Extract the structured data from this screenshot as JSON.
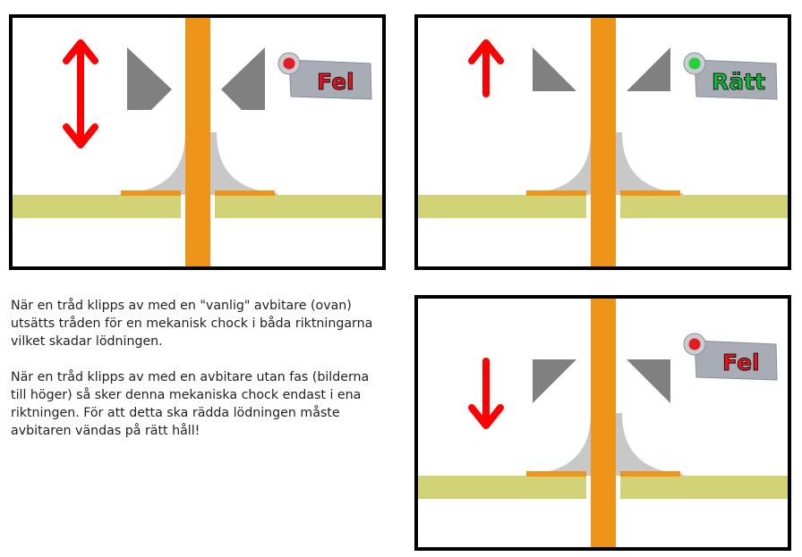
{
  "panels": [
    {
      "label": "Fel",
      "status_color": "#e0141e",
      "led_color": "#e21c22",
      "arrow": "both"
    },
    {
      "label": "Rätt",
      "status_color": "#14b43a",
      "led_color": "#27d13c",
      "arrow": "up"
    },
    {
      "label": "Fel",
      "status_color": "#e0141e",
      "led_color": "#e21c22",
      "arrow": "down"
    }
  ],
  "description": {
    "paragraph1": "När en tråd klipps av med en \"vanlig\" avbitare (ovan) utsätts tråden för en mekanisk chock i båda riktningarna vilket skadar lödningen.",
    "paragraph2": "När en tråd klipps av med en avbitare utan fas (bilderna till höger) så sker denna mekaniska chock endast i ena riktningen. För att detta ska rädda lödningen måste avbitaren vändas på rätt håll!"
  },
  "colors": {
    "wire": "#ee9418",
    "board": "#d2d276",
    "solder": "#c8c8c8",
    "cutter": "#808080",
    "arrow": "#ff0000",
    "badge": "#a8adb5"
  }
}
